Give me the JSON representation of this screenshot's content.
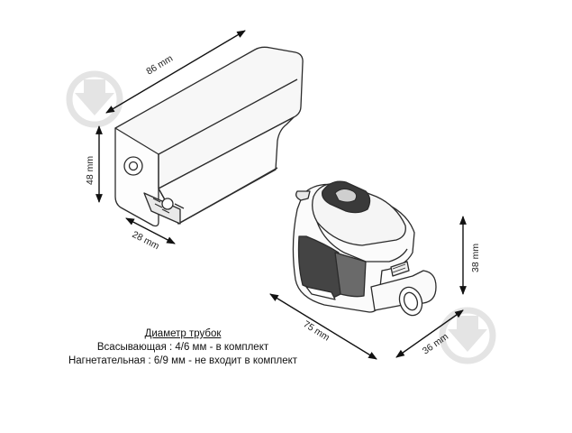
{
  "dimensions": {
    "top_length": "86 mm",
    "front_height": "48 mm",
    "front_width": "28 mm",
    "pump_height": "38 mm",
    "pump_length": "75 mm",
    "pump_width": "36 mm"
  },
  "caption": {
    "title": "Диаметр трубок",
    "line1": "Всасывающая : 4/6 мм - в комплект",
    "line2": "Нагнетательная : 6/9 мм - не входит в комплект"
  },
  "colors": {
    "outline": "#2b2b2b",
    "watermark": "#e6e6e6",
    "body_fill": "#fafafa",
    "dark_part": "#3a3a3a"
  },
  "icons": {
    "watermark": "download-arrow-icon"
  }
}
